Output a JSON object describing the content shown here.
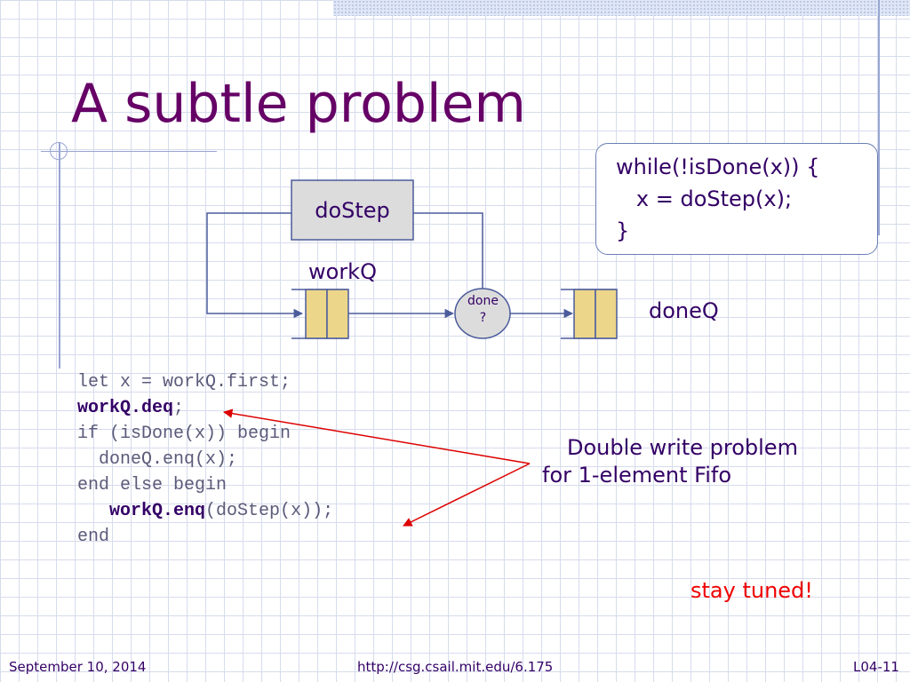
{
  "slide": {
    "title": "A subtle problem",
    "code_box": {
      "lines": [
        "while(!isDone(x)) {",
        "   x = doStep(x);",
        "}"
      ]
    },
    "diagram": {
      "dostep": "doStep",
      "workq": "workQ",
      "done": [
        "done",
        "?"
      ],
      "doneq": "doneQ"
    },
    "code": {
      "line1": "let x = workQ.first;",
      "line2_bold": "workQ.deq",
      "line2_rest": ";",
      "line3": "if (isDone(x)) begin",
      "line4": "  doneQ.enq(x);",
      "line5": "end else begin",
      "line6_indent": "   ",
      "line6_bold": "workQ.enq",
      "line6_rest": "(doStep(x));",
      "line7": "end"
    },
    "note": {
      "line1": "Double write problem",
      "line2": "for 1-element Fifo"
    },
    "tuned": "stay tuned!",
    "colors": {
      "title": "#660066",
      "text": "#330066",
      "fifo_fill": "#ecd68a",
      "arrow_red": "#dd0000"
    }
  },
  "footer": {
    "date": "September 10, 2014",
    "url": "http://csg.csail.mit.edu/6.175",
    "page": "L04-11"
  }
}
